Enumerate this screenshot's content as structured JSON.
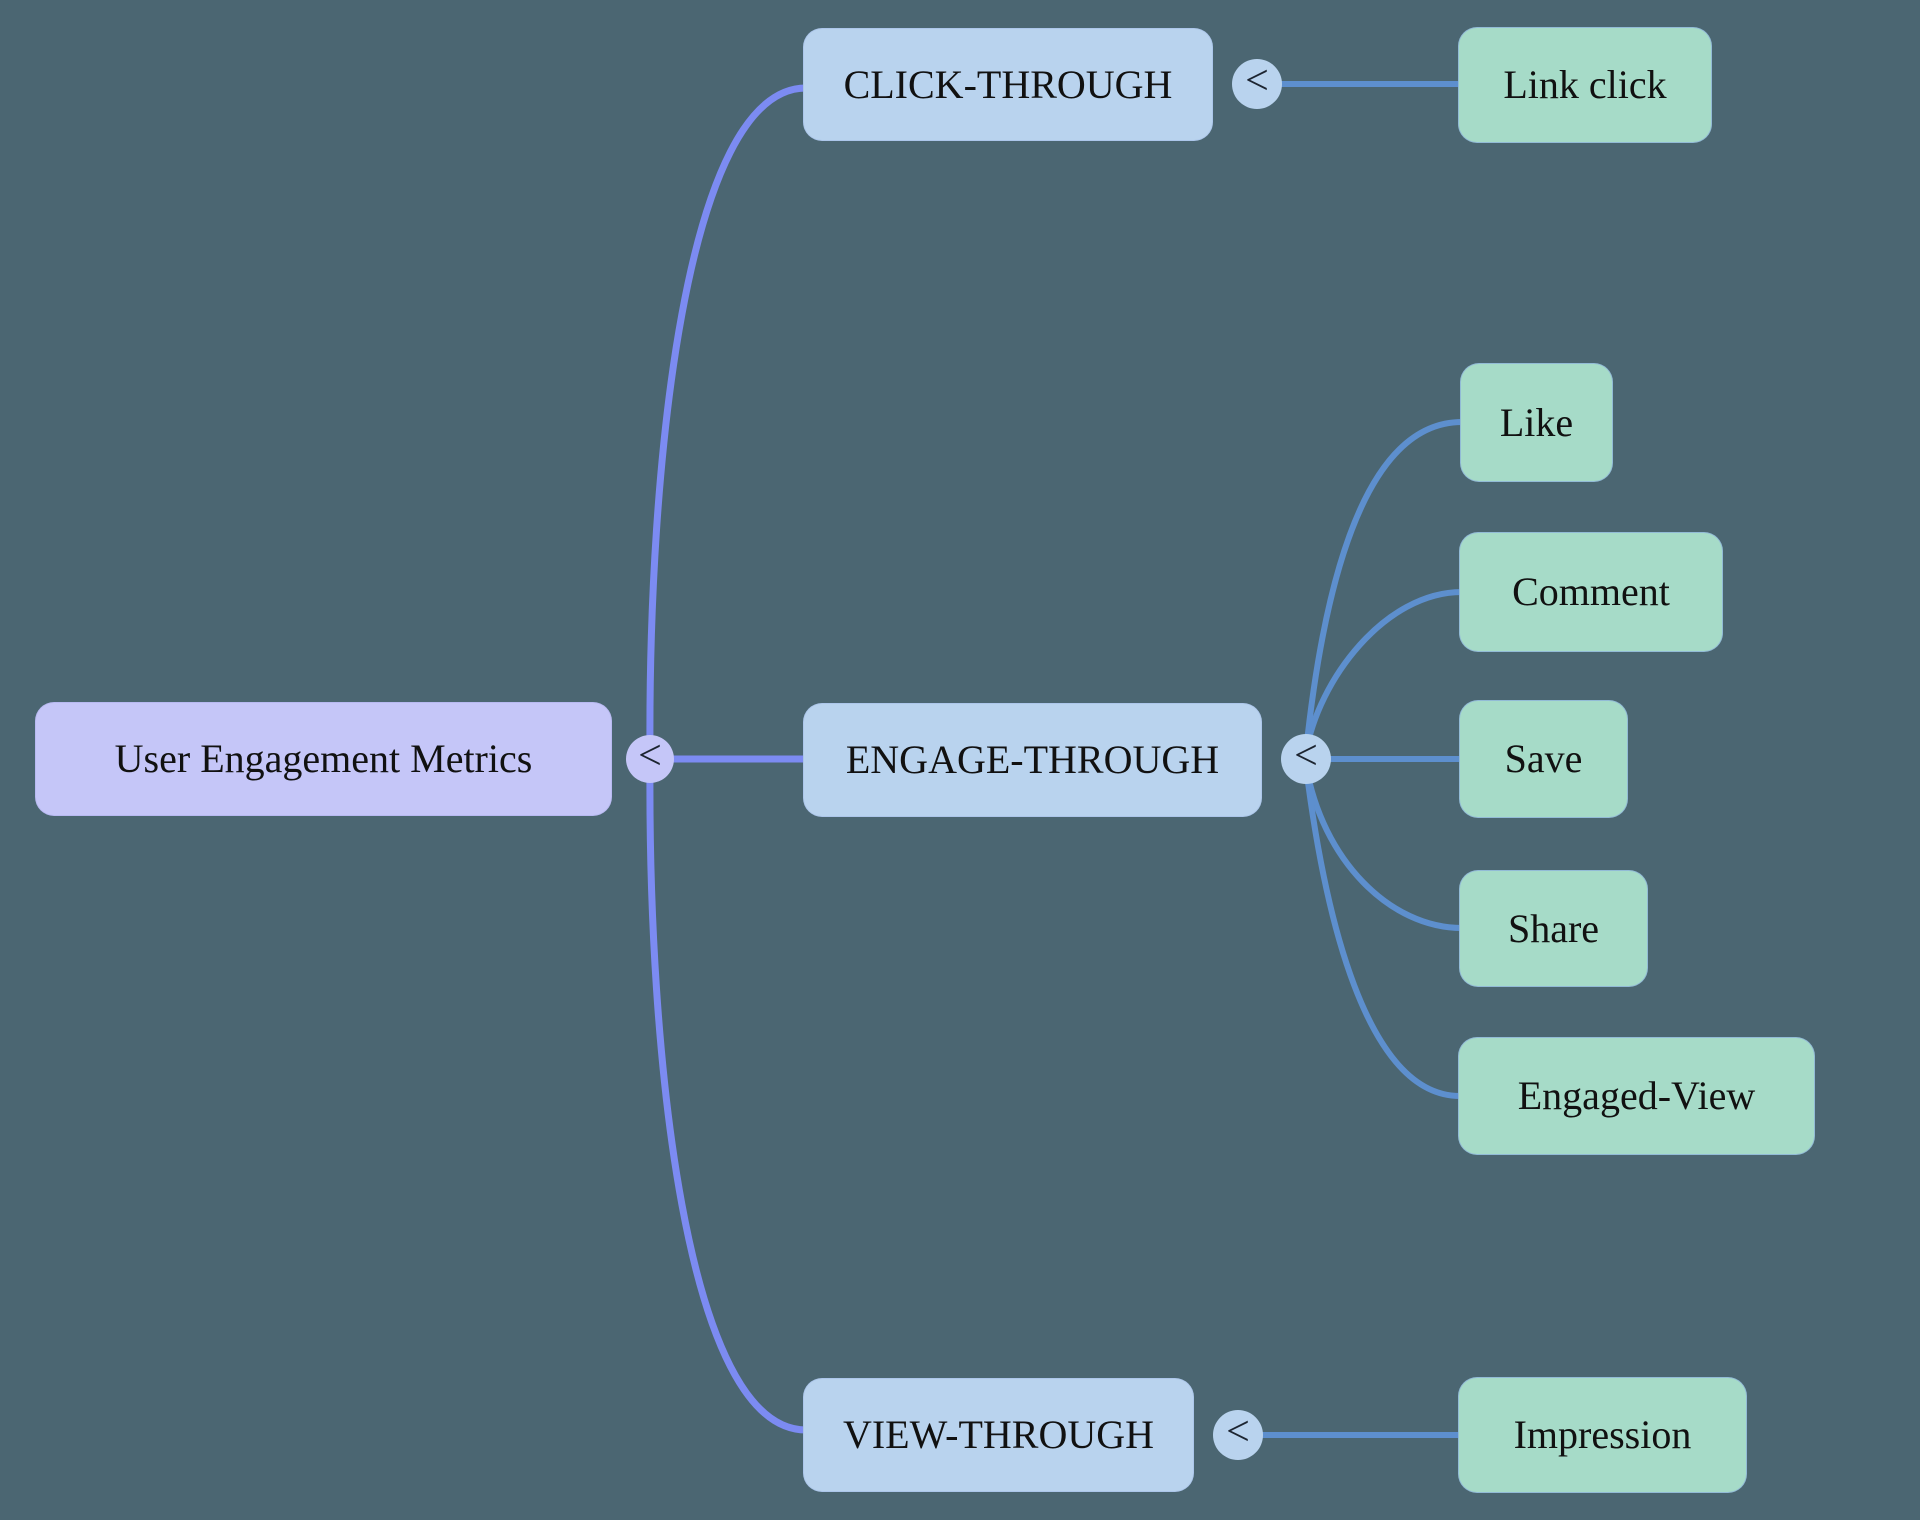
{
  "mindmap": {
    "collapse_glyph": "<",
    "root": {
      "label": "User Engagement Metrics"
    },
    "branches": [
      {
        "label": "CLICK-THROUGH",
        "children": [
          {
            "label": "Link click"
          }
        ]
      },
      {
        "label": "ENGAGE-THROUGH",
        "children": [
          {
            "label": "Like"
          },
          {
            "label": "Comment"
          },
          {
            "label": "Save"
          },
          {
            "label": "Share"
          },
          {
            "label": "Engaged-View"
          }
        ]
      },
      {
        "label": "VIEW-THROUGH",
        "children": [
          {
            "label": "Impression"
          }
        ]
      }
    ],
    "colors": {
      "background": "#4b6672",
      "root_fill": "#c5c6f8",
      "branch_fill": "#b9d3ee",
      "leaf_fill": "#a6dbc8",
      "root_connector": "#7c8bf2",
      "branch_connector": "#5d8fce",
      "text": "#111111"
    }
  }
}
